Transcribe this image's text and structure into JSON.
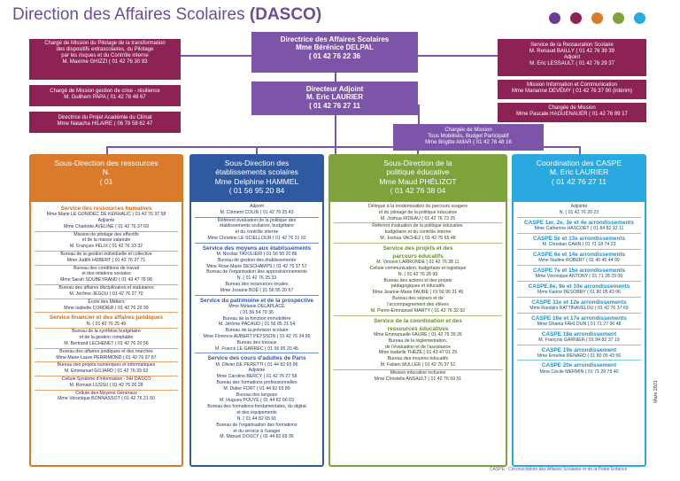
{
  "title": {
    "main": "Direction des Affaires Scolaires",
    "acronym": "(DASCO)"
  },
  "colors": {
    "maroon": "#8c2354",
    "violet": "#7d55a8",
    "orange": "#d97b2a",
    "blue": "#2f5aa2",
    "green": "#7ea33a",
    "cyan": "#2aa9e0",
    "purple": "#7d55a8"
  },
  "dots": [
    "#6a3d93",
    "#8c2354",
    "#d97b2a",
    "#7ea33a",
    "#2aa9e0"
  ],
  "director": {
    "title": "Directrice des Affaires Scolaires",
    "name": "Mme Bérénice DELPAL",
    "phone": "01 42 76 22 36"
  },
  "deputy": {
    "title": "Directeur Adjoint",
    "name": "M. Eric LAURIER",
    "phone": "01 42 76 27 11"
  },
  "left_missions": [
    {
      "lines": [
        "Chargé de Mission du Pilotage de la transformation",
        "des dispositifs extrascolaires, du Pilotage",
        "par les risques et du Contrôle interne",
        "M. Maxime GHIZZI ( 01 42 76 30 93"
      ]
    },
    {
      "lines": [
        "Chargé de Mission gestion de crise - résilience",
        "M. Guilhem PAPA ( 01 42 76 48 67"
      ]
    },
    {
      "lines": [
        "Directrice du Projet Académie du Climat",
        "Mme Natacha HILAIRE ( 06 78 58 62 47"
      ]
    }
  ],
  "right_missions": [
    {
      "lines": [
        "Service de la Restauration Scolaire",
        "M. Renaud BAILLY ( 01 42 76 39 39",
        "Adjoint",
        "M. Eric LESSAULT ( 01 42 76 29 37"
      ]
    },
    {
      "lines": [
        "Mission Information et Communication",
        "Mme Marianne DEVÉMY ( 01 42 76 37 90 (intérim)"
      ]
    },
    {
      "lines": [
        "Chargée de Mission",
        "Mme Pascale HAGUENAUER ( 01 42 76 89 17"
      ]
    }
  ],
  "center_mission": {
    "lines": [
      "Chargée de Mission",
      "Tous Mobilisés, Budget Participatif",
      "Mme Brigitte AMAR ( 01 42 76 48 16"
    ]
  },
  "columns": [
    {
      "header": [
        "Sous-Direction des ressources",
        "",
        "N.",
        "( 01"
      ],
      "blocks": [
        {
          "type": "section",
          "text": "Service des ressources humaines"
        },
        {
          "type": "item",
          "text": "Mme Marie LE GONIDEC DE KERHALIC ( 01 42 76 37 58"
        },
        {
          "type": "item",
          "text": "Adjointe"
        },
        {
          "type": "item",
          "text": "Mme Charlotte AVELINE ( 01 42 76 37 69"
        },
        {
          "type": "rule"
        },
        {
          "type": "item",
          "text": "Mission de pilotage des effectifs"
        },
        {
          "type": "item",
          "text": "et de la masse salariale"
        },
        {
          "type": "item",
          "text": "M. François FÉLIX ( 01 42 76 33 32"
        },
        {
          "type": "rule"
        },
        {
          "type": "item",
          "text": "Bureau de la gestion individuelle et collective"
        },
        {
          "type": "item",
          "text": "Mme Judith HUBERT ( 01 42 76 27 71"
        },
        {
          "type": "rule"
        },
        {
          "type": "item",
          "text": "Bureau des conditions de travail"
        },
        {
          "type": "item",
          "text": "et des relations sociales"
        },
        {
          "type": "item",
          "text": "Mme Sarah SOUBEYRAND ( 01 43 47 76 98"
        },
        {
          "type": "rule"
        },
        {
          "type": "item",
          "text": "Bureau des affaires disciplinaires et statutaires"
        },
        {
          "type": "item",
          "text": "M. Jérôme JÉGOU ( 01 42 76 27 70"
        },
        {
          "type": "rule"
        },
        {
          "type": "item",
          "text": "École des Métiers"
        },
        {
          "type": "item",
          "text": "Mme Isabelle CORDIER ( 01 42 76 26 99"
        },
        {
          "type": "rule"
        },
        {
          "type": "section",
          "text": "Service financier et des affaires juridiques"
        },
        {
          "type": "item",
          "text": "N. ( 01 42 76 25 49"
        },
        {
          "type": "rule"
        },
        {
          "type": "item",
          "text": "Bureau de la synthèse budgétaire"
        },
        {
          "type": "item",
          "text": "et de la gestion comptable"
        },
        {
          "type": "item",
          "text": "M. Bertrand LECHENET ( 01 42 76 20 56"
        },
        {
          "type": "rule"
        },
        {
          "type": "item",
          "text": "Bureau des affaires juridiques et des marchés"
        },
        {
          "type": "item",
          "text": "Mme Marie-Laure PERRIMOND ( 01 42 76 37 87"
        },
        {
          "type": "rule"
        },
        {
          "type": "item",
          "text": "Bureau des projets numériques et informatiques"
        },
        {
          "type": "item",
          "text": "M. Emmanuel GOJARD ( 01 42 76 39 63"
        },
        {
          "type": "rule"
        },
        {
          "type": "item",
          "text": "Cellule Système d'Information - NH DASCO"
        },
        {
          "type": "item",
          "text": "M. Romain LUSSU ( 01 42 76 26 28"
        },
        {
          "type": "rule"
        },
        {
          "type": "item",
          "text": "Cellule des Moyens Généraux"
        },
        {
          "type": "item",
          "text": "Mme Véronique BONNASSOT ( 01 42 76 21 50"
        }
      ]
    },
    {
      "header": [
        "Sous-Direction des",
        "établissements scolaires",
        "Mme Delphine HAMMEL",
        "( 01 56 95 20 84"
      ],
      "blocks": [
        {
          "type": "item",
          "text": "Adjoint"
        },
        {
          "type": "item",
          "text": "M. Clément COLIN ( 01 42 76 25 43"
        },
        {
          "type": "rule"
        },
        {
          "type": "item",
          "text": "Référent évaluation de la politique des"
        },
        {
          "type": "item",
          "text": "établissements scolaires, budgétaire"
        },
        {
          "type": "item",
          "text": "et du contrôle interne"
        },
        {
          "type": "item",
          "text": "Mme Christine LE SCIELLOUR ( 01 42 76 31 92"
        },
        {
          "type": "rule"
        },
        {
          "type": "section",
          "text": "Service des moyens aux établissements"
        },
        {
          "type": "item",
          "text": "M. Nicolas TAVOLIERI ( 01 56 95 20 86"
        },
        {
          "type": "item",
          "text": "Bureau de gestion des établissements"
        },
        {
          "type": "item",
          "text": "Mme Rose-Marie DESCHAMPS ( 01 42 76 37 57"
        },
        {
          "type": "item",
          "text": "Bureau de l'organisation des approvisionnements"
        },
        {
          "type": "item",
          "text": "N. ( 01 42 76 25 33"
        },
        {
          "type": "item",
          "text": "Bureau des ressources locales"
        },
        {
          "type": "item",
          "text": "Mme Josiane BOÉ ( 01 56 95 20 67"
        },
        {
          "type": "rule"
        },
        {
          "type": "section",
          "text": "Service du patrimoine et de la prospective"
        },
        {
          "type": "item",
          "text": "Mme Mélanie DELAPLACE"
        },
        {
          "type": "item",
          "text": "( 01 56 54 79 36"
        },
        {
          "type": "item",
          "text": "Bureau de la fonction immobilière"
        },
        {
          "type": "item",
          "text": "M. Jérôme PACAUD ( 01 56 95 21 54"
        },
        {
          "type": "item",
          "text": "Bureau de la prévision scolaire"
        },
        {
          "type": "item",
          "text": "Mme Florence AUBERT PEYSSON ( 01 42 76 34 99"
        },
        {
          "type": "item",
          "text": "Bureau des travaux"
        },
        {
          "type": "item",
          "text": "M. Franck LE GARREC ( 01 56 95 20 45"
        },
        {
          "type": "rule"
        },
        {
          "type": "section",
          "text": "Service des cours d'adultes de Paris"
        },
        {
          "type": "item",
          "text": "M. Olivier DE PERETTI ( 01 44 82 65 86"
        },
        {
          "type": "item",
          "text": "Adjointe"
        },
        {
          "type": "item",
          "text": "Mme Caroline BERCY ( 01 42 76 27 58"
        },
        {
          "type": "item",
          "text": "Bureau des formations professionnelles"
        },
        {
          "type": "item",
          "text": "M. Didier FORT ( 01 44 82 65 89"
        },
        {
          "type": "item",
          "text": "Bureau des langues"
        },
        {
          "type": "item",
          "text": "M. Hugues POUYÉ ( 01 44 82 66 03"
        },
        {
          "type": "item",
          "text": "Bureau des formations fondamentales, du digital"
        },
        {
          "type": "item",
          "text": "et des équipements"
        },
        {
          "type": "item",
          "text": "N. ( 01 44 82 65 91"
        },
        {
          "type": "item",
          "text": "Bureau de l'organisation des formations"
        },
        {
          "type": "item",
          "text": "et du service à l'usager"
        },
        {
          "type": "item",
          "text": "M. Manuel DOUCY ( 01 44 82 65 95"
        }
      ]
    },
    {
      "header": [
        "Sous-Direction de la",
        "politique éducative",
        "Mme Maud PHÉLIZOT",
        "( 01 42 76 38 04"
      ],
      "blocks": [
        {
          "type": "item",
          "text": "Délégué à la modernisation du parcours usagers"
        },
        {
          "type": "item",
          "text": "et du pilotage de la politique éducative"
        },
        {
          "type": "item",
          "text": "M. Joshua RIDEAU ( 01 42 76 73 25"
        },
        {
          "type": "rule"
        },
        {
          "type": "item",
          "text": "Référent évaluation de la politique éducative,"
        },
        {
          "type": "item",
          "text": "budgétaire et du contrôle interne"
        },
        {
          "type": "item",
          "text": "M. Joshua VACHEZ ( 01 42 76 65 48"
        },
        {
          "type": "rule"
        },
        {
          "type": "section",
          "text": "Service des projets et des"
        },
        {
          "type": "section",
          "text": "parcours éducatifs"
        },
        {
          "type": "item",
          "text": "M. Vincent LARRONDE ( 01 42 76 38 11"
        },
        {
          "type": "item",
          "text": "Cellule communication, budgétaire et logistique"
        },
        {
          "type": "item",
          "text": "N. ( 01 42 76 28 99"
        },
        {
          "type": "item",
          "text": "Bureau des actions et des projets"
        },
        {
          "type": "item",
          "text": "pédagogiques et éducatifs"
        },
        {
          "type": "item",
          "text": "Mme Jeanne-Marie FAURE ( 01 56 95 21 45"
        },
        {
          "type": "item",
          "text": "Bureau des séjours et de"
        },
        {
          "type": "item",
          "text": "l'accompagnement des élèves"
        },
        {
          "type": "item",
          "text": "M. Pierre-Emmanuel MARTY ( 01 42 76 32 92"
        },
        {
          "type": "rule"
        },
        {
          "type": "section",
          "text": "Service de la coordination et des"
        },
        {
          "type": "section",
          "text": "ressources éducatives"
        },
        {
          "type": "item",
          "text": "Mme Emmanuelle FAURE ( 01 42 76 39 26"
        },
        {
          "type": "item",
          "text": "Bureau de la réglementation,"
        },
        {
          "type": "item",
          "text": "de l'évaluation et de l'assistance"
        },
        {
          "type": "item",
          "text": "Mme Isabelle THÈZE ( 01 43 47 01 25"
        },
        {
          "type": "item",
          "text": "Bureau des moyens éducatifs"
        },
        {
          "type": "item",
          "text": "M. Fabien MULLER ( 01 42 76 37 51"
        },
        {
          "type": "rule"
        },
        {
          "type": "item",
          "text": "Mission éducative inclusive"
        },
        {
          "type": "item",
          "text": "Mme Christelle ANSAULT ( 01 42 76 59 51"
        }
      ]
    },
    {
      "header": [
        "Coordination des CASPE",
        "",
        "M. Eric LAURIER",
        "( 01 42 76 27 11"
      ],
      "blocks": [
        {
          "type": "item",
          "text": "Adjointe"
        },
        {
          "type": "item",
          "text": "N. ( 01 42 76 20 23"
        },
        {
          "type": "rule"
        },
        {
          "type": "section",
          "text": "CASPE 1er, 2e, 3e et 4e arrondissements"
        },
        {
          "type": "item",
          "text": "Mme Catherine HASCOËT ( 01 84 82 12 11"
        },
        {
          "type": "rule"
        },
        {
          "type": "section",
          "text": "CASPE 5e et 13e arrondissements"
        },
        {
          "type": "item",
          "text": "M. Christian CAHN ( 01 71 18 74 23"
        },
        {
          "type": "rule"
        },
        {
          "type": "section",
          "text": "CASPE 6e et 14e arrondissements"
        },
        {
          "type": "item",
          "text": "Mme Nadine ROBERT ( 01 40 45 44 09"
        },
        {
          "type": "rule"
        },
        {
          "type": "section",
          "text": "CASPE 7e et 15e arrondissements"
        },
        {
          "type": "item",
          "text": "Mme Véronique ANTONY ( 01 71 28 29 00"
        },
        {
          "type": "rule"
        },
        {
          "type": "section",
          "text": "CASPE 8e, 9e et 10e arrondissements"
        },
        {
          "type": "item",
          "text": "Mme Karine DESOBRY ( 01 80 05 43 06"
        },
        {
          "type": "rule"
        },
        {
          "type": "section",
          "text": "CASPE 11e et 12e arrondissements"
        },
        {
          "type": "item",
          "text": "Mme Randjini RATTINAVELOU ( 01 42 76 37 69"
        },
        {
          "type": "rule"
        },
        {
          "type": "section",
          "text": "CASPE 16e et 17e arrondissements"
        },
        {
          "type": "item",
          "text": "Mme Ghania FAHLOUN ( 01 71 27 96 48"
        },
        {
          "type": "rule"
        },
        {
          "type": "section",
          "text": "CASPE 18e arrondissement"
        },
        {
          "type": "item",
          "text": "M. François GARNIER ( 01 84 82 37 19"
        },
        {
          "type": "rule"
        },
        {
          "type": "section",
          "text": "CASPE 19e arrondissement"
        },
        {
          "type": "item",
          "text": "Mme Emeline RENARD ( 01 80 05 43 56"
        },
        {
          "type": "rule"
        },
        {
          "type": "section",
          "text": "CASPE 20e arrondissement"
        },
        {
          "type": "item",
          "text": "Mme Cécile MERMIN ( 01 71 28 78 40"
        }
      ]
    }
  ],
  "date": "Mars 2021",
  "footnote": "CASPE : Circonscription des Affaires Scolaires et de la Petite Enfance"
}
